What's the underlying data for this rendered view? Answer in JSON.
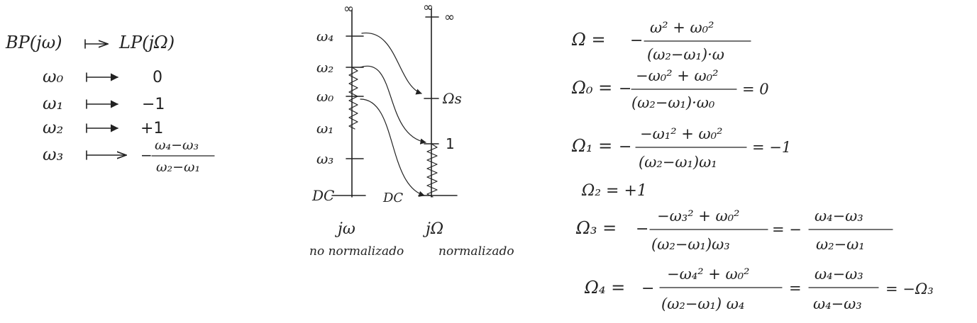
{
  "mapping": {
    "header": {
      "left": "BP(jω)",
      "right": "LP(jΩ)"
    },
    "rows": [
      {
        "left": "ω₀",
        "right": "0"
      },
      {
        "left": "ω₁",
        "right": "−1"
      },
      {
        "left": "ω₂",
        "right": "+1"
      },
      {
        "left": "ω₃",
        "right_prefix": "−",
        "right_num": "ω₄−ω₃",
        "right_den": "ω₂−ω₁"
      }
    ]
  },
  "axes": {
    "left": {
      "top_label": "∞",
      "ticks": [
        "ω₄",
        "ω₂",
        "ω₀",
        "ω₁",
        "ω₃",
        "DC"
      ],
      "caption_main": "jω",
      "caption_sub": "no normalizado"
    },
    "right": {
      "top_label": "∞",
      "tick_inf": "∞",
      "ticks": [
        "Ωs",
        "1",
        "DC"
      ],
      "caption_main": "jΩ",
      "caption_sub": "normalizado"
    }
  },
  "equations": [
    {
      "lhs": "Ω =",
      "prefix": "−",
      "num": "ω² + ω₀²",
      "den": "(ω₂−ω₁)·ω",
      "suffix": ""
    },
    {
      "lhs": "Ω₀ =",
      "prefix": "−",
      "num": "−ω₀² + ω₀²",
      "den": "(ω₂−ω₁)·ω₀",
      "suffix": "= 0"
    },
    {
      "lhs": "Ω₁ =",
      "prefix": "−",
      "num": "−ω₁² + ω₀²",
      "den": "(ω₂−ω₁)ω₁",
      "suffix": "= −1"
    },
    {
      "lhs": "Ω₂ = +1",
      "prefix": "",
      "num": "",
      "den": "",
      "suffix": ""
    },
    {
      "lhs": "Ω₃ =",
      "prefix": "−",
      "num": "−ω₃² + ω₀²",
      "den": "(ω₂−ω₁)ω₃",
      "mid": "= −",
      "num2": "ω₄−ω₃",
      "den2": "ω₂−ω₁",
      "suffix": ""
    },
    {
      "lhs": "Ω₄ =",
      "prefix": "−",
      "num": "−ω₄² + ω₀²",
      "den": "(ω₂−ω₁) ω₄",
      "mid": "=",
      "num2": "ω₄−ω₃",
      "den2": "ω₄−ω₃",
      "suffix": "= −Ω₃"
    }
  ]
}
